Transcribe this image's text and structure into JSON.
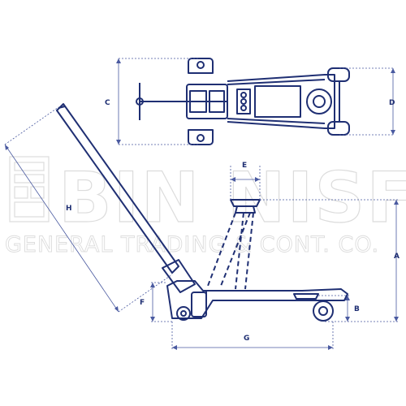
{
  "watermark": {
    "logo": "BIN NISF",
    "company": "GENERAL TRADING & CONT. CO."
  },
  "dimensions": {
    "A": "A",
    "B": "B",
    "C": "C",
    "D": "D",
    "E": "E",
    "F": "F",
    "G": "G",
    "H": "H"
  },
  "colors": {
    "line": "#1f2f73",
    "dimension": "#4a5aa0",
    "watermark": "#dcdcdc"
  }
}
